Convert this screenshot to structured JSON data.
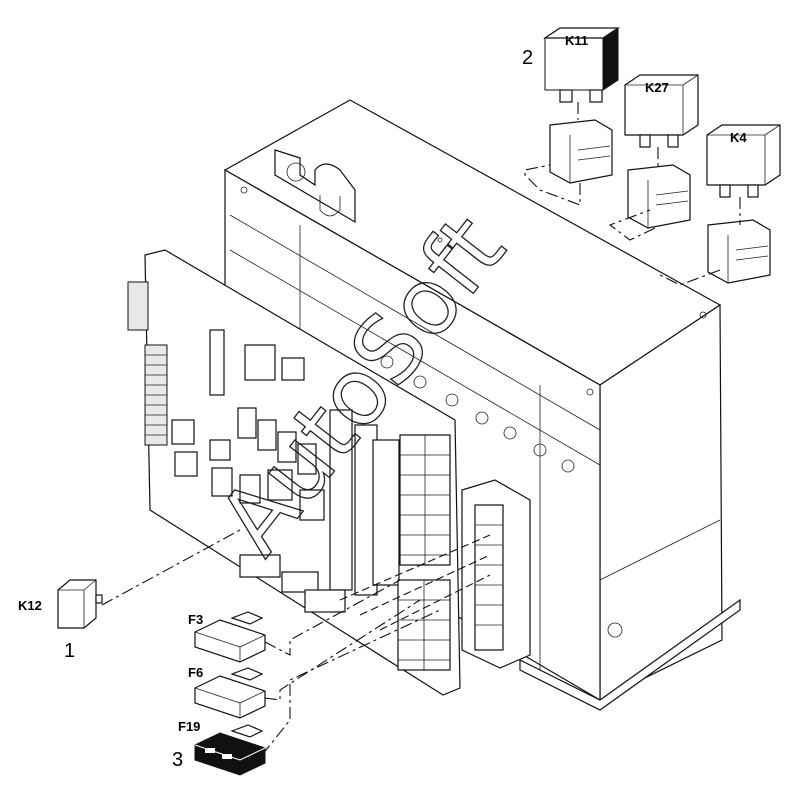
{
  "relays": {
    "k11": "K11",
    "k27": "K27",
    "k4": "K4",
    "k12": "K12"
  },
  "fuses": {
    "f3": "F3",
    "f6": "F6",
    "f19": "F19"
  },
  "callouts": {
    "one": "1",
    "two": "2",
    "three": "3"
  },
  "watermark": "AutoSoft",
  "colors": {
    "line": "#111111",
    "background": "#ffffff",
    "highlight_fill": "#111111"
  }
}
